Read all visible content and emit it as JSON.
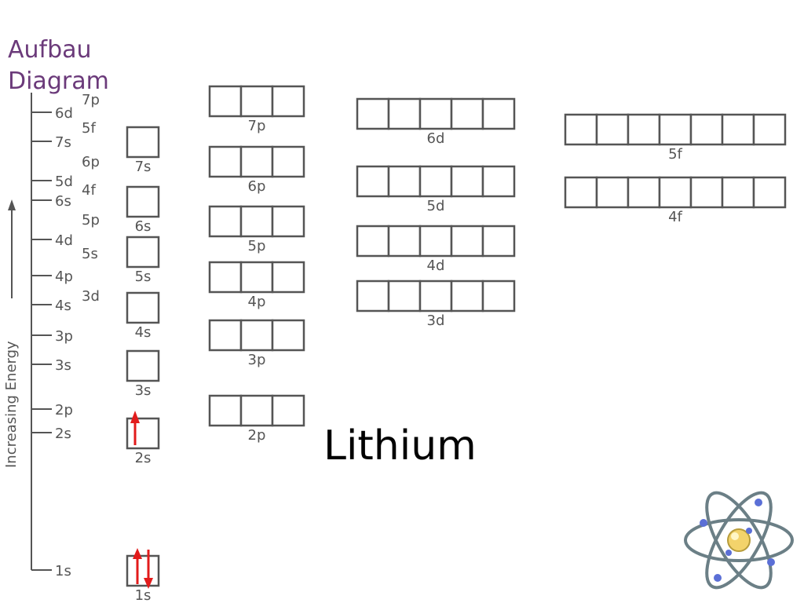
{
  "title": "Aufbau Diagram",
  "element": "Lithium",
  "axis_label": "Increasing Energy",
  "colors": {
    "title": "#6b3a7a",
    "electron": "#e21b1b",
    "line": "#555555"
  },
  "energy_scale": [
    {
      "label": "1s",
      "side": "left"
    },
    {
      "label": "2s",
      "side": "left"
    },
    {
      "label": "2p",
      "side": "left"
    },
    {
      "label": "3s",
      "side": "left"
    },
    {
      "label": "3p",
      "side": "left"
    },
    {
      "label": "4s",
      "side": "left"
    },
    {
      "label": "3d",
      "side": "right"
    },
    {
      "label": "4p",
      "side": "left"
    },
    {
      "label": "5s",
      "side": "right"
    },
    {
      "label": "4d",
      "side": "left"
    },
    {
      "label": "5p",
      "side": "right"
    },
    {
      "label": "6s",
      "side": "left"
    },
    {
      "label": "4f",
      "side": "right"
    },
    {
      "label": "5d",
      "side": "left"
    },
    {
      "label": "6p",
      "side": "right"
    },
    {
      "label": "7s",
      "side": "left"
    },
    {
      "label": "5f",
      "side": "right"
    },
    {
      "label": "6d",
      "side": "left"
    },
    {
      "label": "7p",
      "side": "right"
    }
  ],
  "orbitals": [
    {
      "label": "1s",
      "boxes": 1,
      "electrons": [
        2
      ]
    },
    {
      "label": "2s",
      "boxes": 1,
      "electrons": [
        1
      ]
    },
    {
      "label": "2p",
      "boxes": 3,
      "electrons": [
        0,
        0,
        0
      ]
    },
    {
      "label": "3s",
      "boxes": 1,
      "electrons": [
        0
      ]
    },
    {
      "label": "3p",
      "boxes": 3,
      "electrons": [
        0,
        0,
        0
      ]
    },
    {
      "label": "4s",
      "boxes": 1,
      "electrons": [
        0
      ]
    },
    {
      "label": "3d",
      "boxes": 5,
      "electrons": [
        0,
        0,
        0,
        0,
        0
      ]
    },
    {
      "label": "4p",
      "boxes": 3,
      "electrons": [
        0,
        0,
        0
      ]
    },
    {
      "label": "5s",
      "boxes": 1,
      "electrons": [
        0
      ]
    },
    {
      "label": "4d",
      "boxes": 5,
      "electrons": [
        0,
        0,
        0,
        0,
        0
      ]
    },
    {
      "label": "5p",
      "boxes": 3,
      "electrons": [
        0,
        0,
        0
      ]
    },
    {
      "label": "6s",
      "boxes": 1,
      "electrons": [
        0
      ]
    },
    {
      "label": "4f",
      "boxes": 7,
      "electrons": [
        0,
        0,
        0,
        0,
        0,
        0,
        0
      ]
    },
    {
      "label": "5d",
      "boxes": 5,
      "electrons": [
        0,
        0,
        0,
        0,
        0
      ]
    },
    {
      "label": "6p",
      "boxes": 3,
      "electrons": [
        0,
        0,
        0
      ]
    },
    {
      "label": "7s",
      "boxes": 1,
      "electrons": [
        0
      ]
    },
    {
      "label": "5f",
      "boxes": 7,
      "electrons": [
        0,
        0,
        0,
        0,
        0,
        0,
        0
      ]
    },
    {
      "label": "6d",
      "boxes": 5,
      "electrons": [
        0,
        0,
        0,
        0,
        0
      ]
    },
    {
      "label": "7p",
      "boxes": 3,
      "electrons": [
        0,
        0,
        0
      ]
    }
  ],
  "icons": {
    "decoration": "atom-icon"
  }
}
